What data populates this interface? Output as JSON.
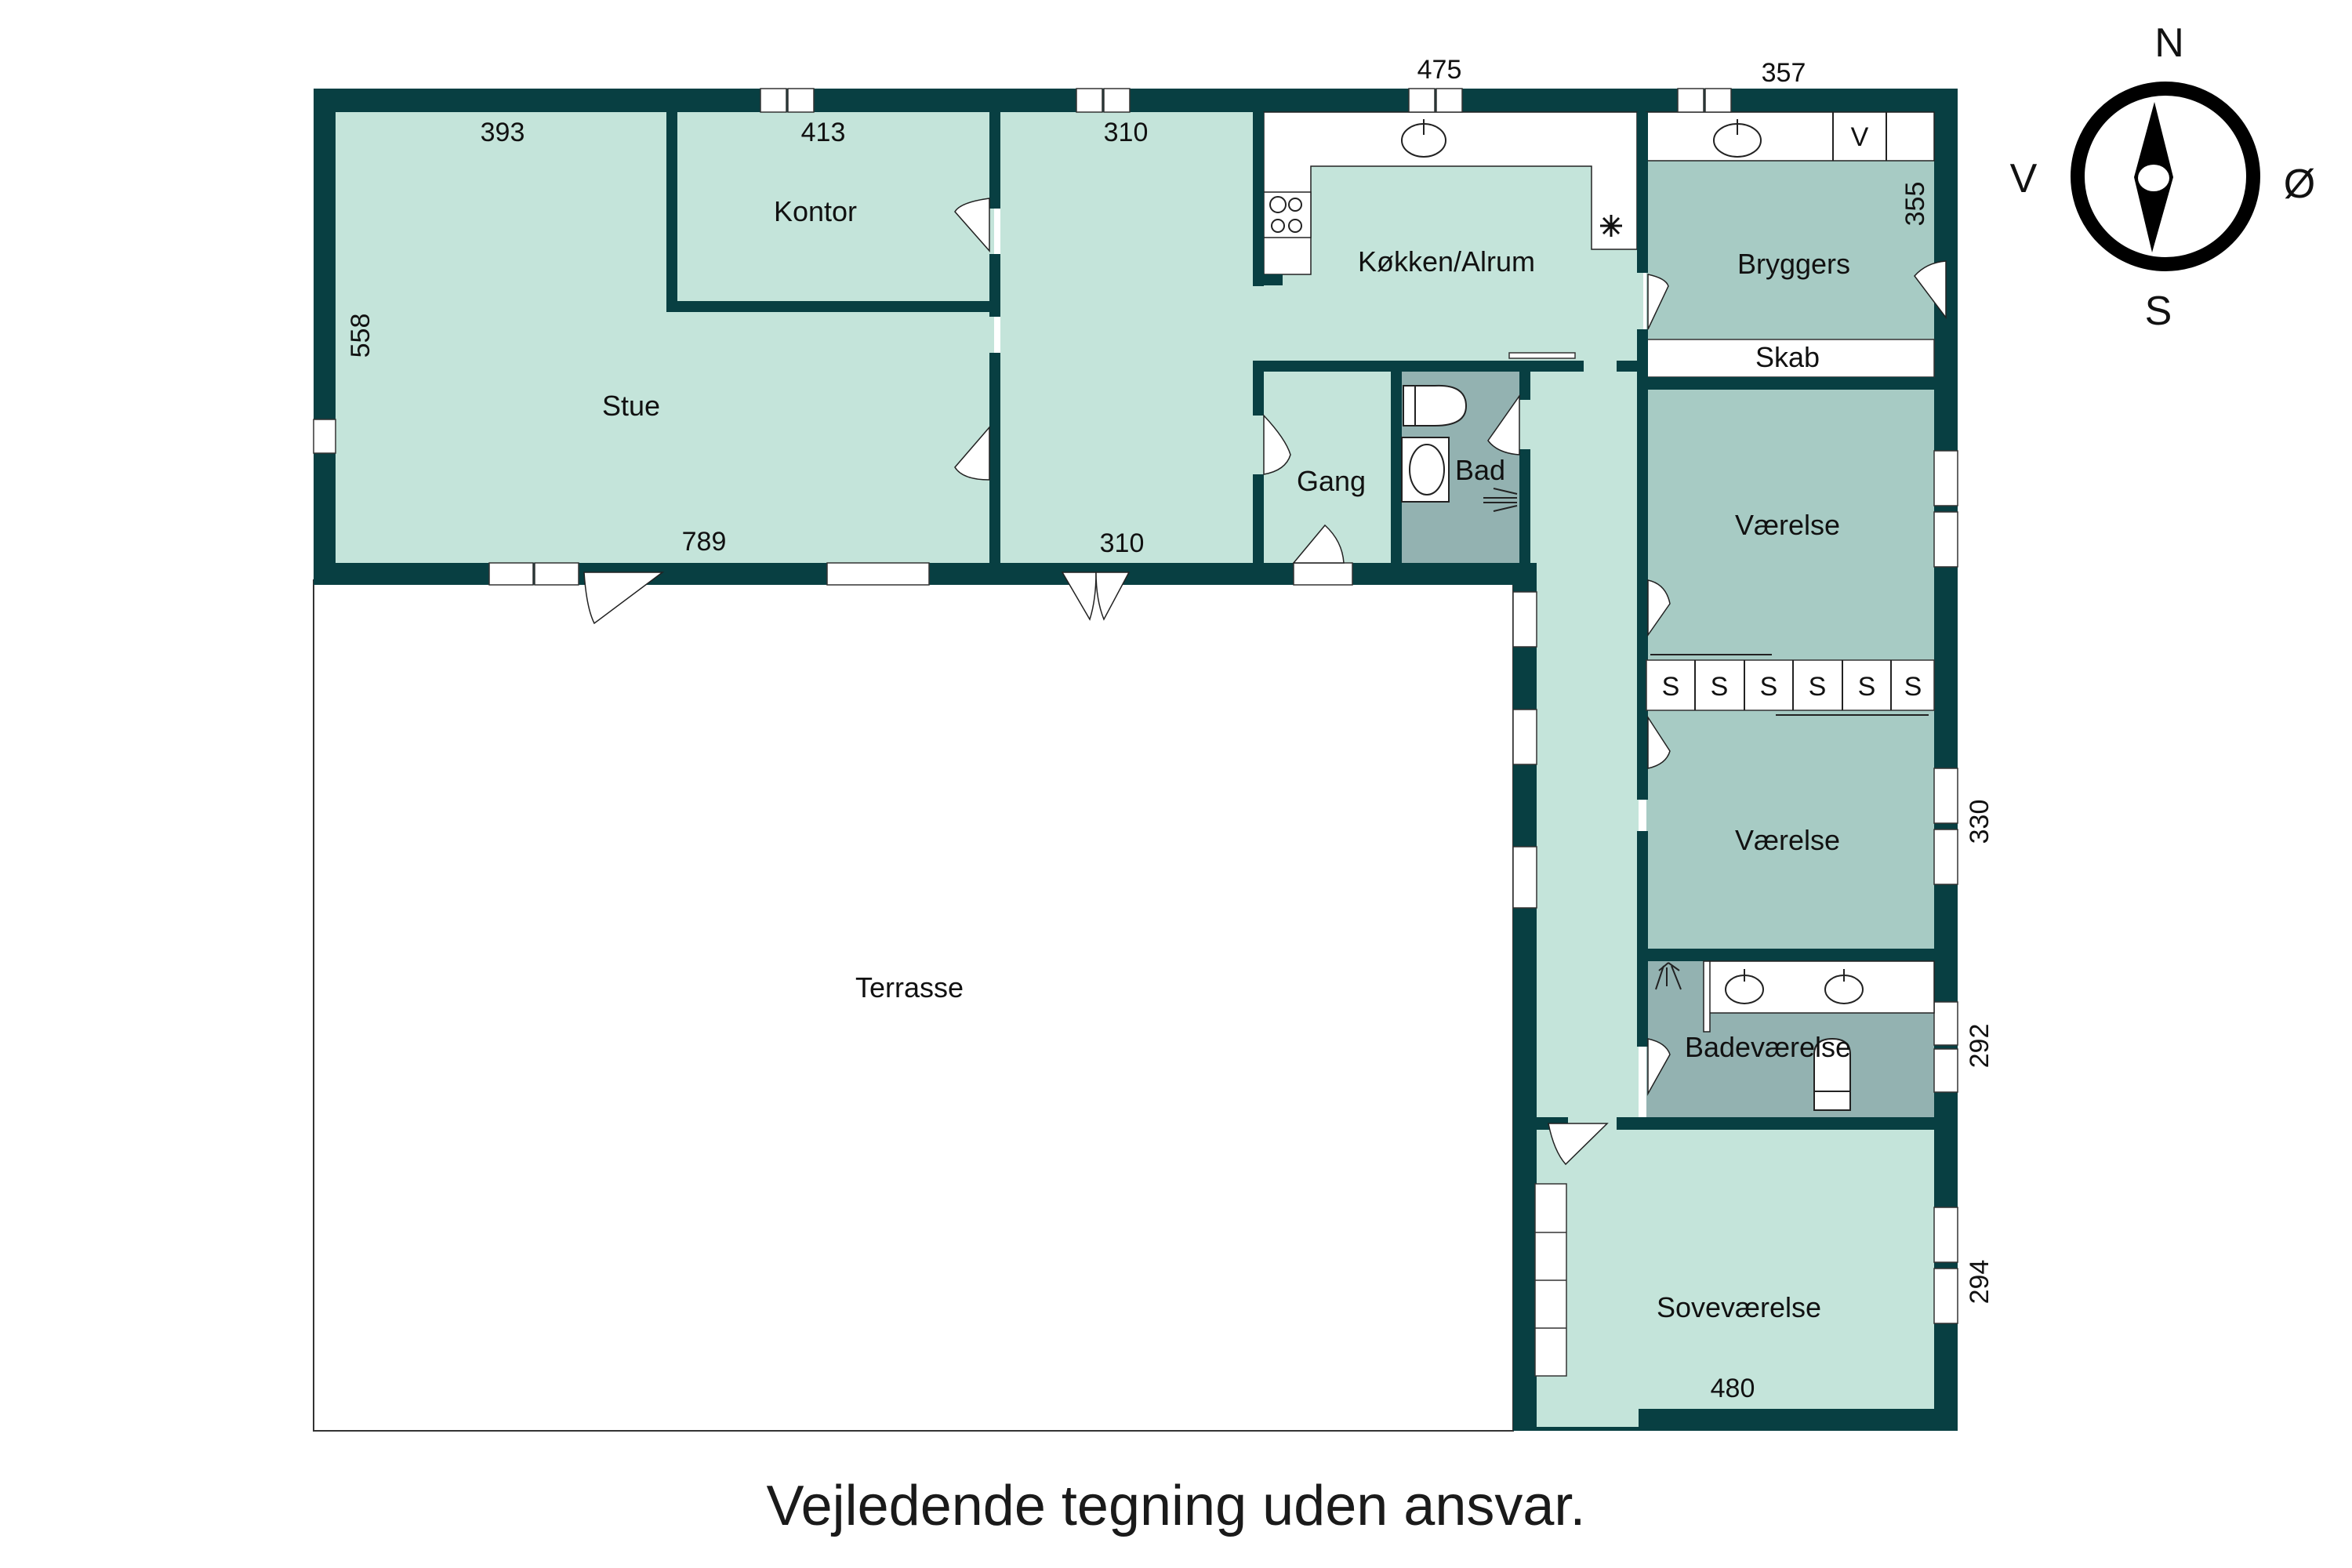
{
  "colors": {
    "wall": "#083f42",
    "room_light": "#c4e4da",
    "room_mid": "#a7cbc4",
    "room_dark": "#93b2b1",
    "window": "#ffffff",
    "terrace": "#ffffff"
  },
  "rooms": {
    "stue": {
      "label": "Stue"
    },
    "kontor": {
      "label": "Kontor"
    },
    "kokken": {
      "label": "Køkken/Alrum"
    },
    "bryggers": {
      "label": "Bryggers"
    },
    "skab": {
      "label": "Skab"
    },
    "gang": {
      "label": "Gang"
    },
    "bad": {
      "label": "Bad"
    },
    "vaerelse1": {
      "label": "Værelse"
    },
    "vaerelse2": {
      "label": "Værelse"
    },
    "badevaerelse": {
      "label": "Badeværelse"
    },
    "sovevaerelse": {
      "label": "Soveværelse"
    },
    "terrasse": {
      "label": "Terrasse"
    }
  },
  "fixtures": {
    "wardrobe_label": "S",
    "utility_v_label": "V"
  },
  "dimensions": {
    "stue_top": "393",
    "kontor_top": "413",
    "kokken_top_left": "310",
    "kokken_top": "475",
    "bryggers_top": "357",
    "bryggers_side": "355",
    "stue_side": "558",
    "stue_bottom": "789",
    "alrum_bottom": "310",
    "vaerelse_side": "330",
    "badevaerelse_side": "292",
    "sovevaerelse_side": "294",
    "sovevaerelse_bottom": "480"
  },
  "compass": {
    "north": "N",
    "south": "S",
    "west": "V",
    "east": "Ø"
  },
  "footer": {
    "disclaimer": "Vejledende tegning uden ansvar."
  }
}
